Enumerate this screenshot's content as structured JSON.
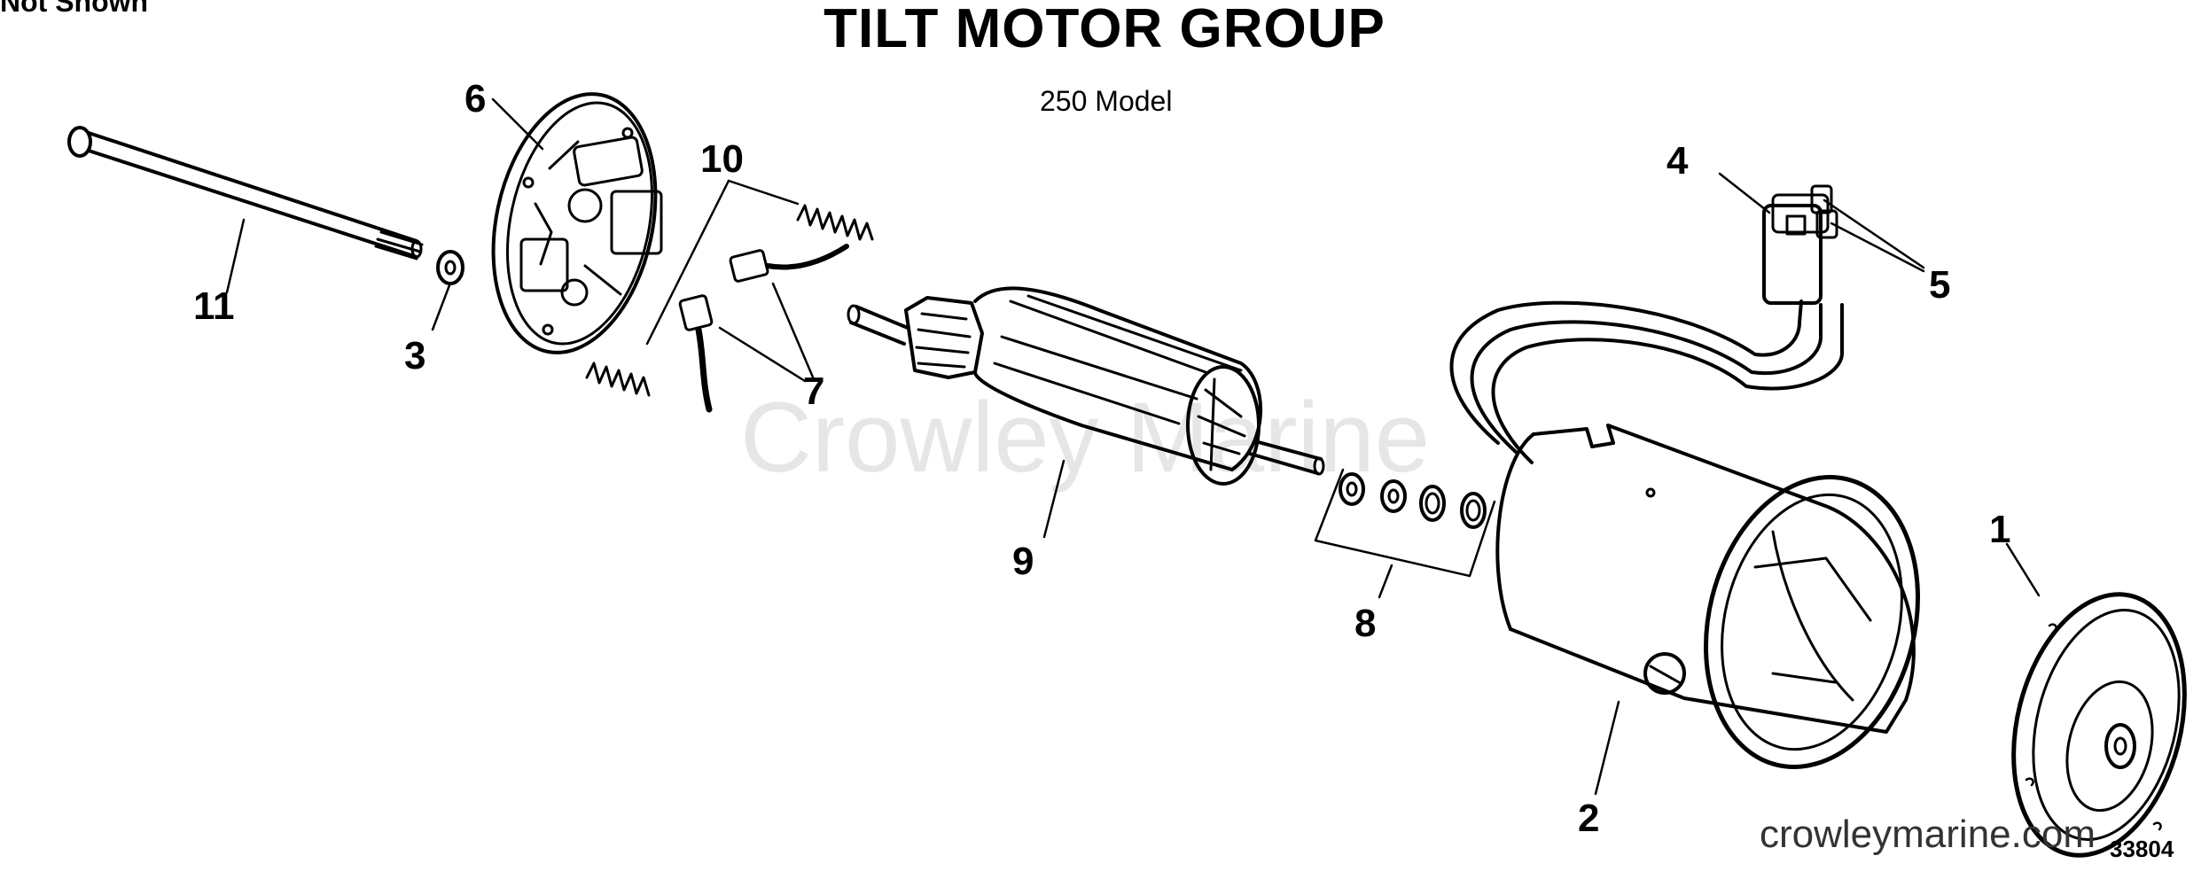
{
  "header": {
    "corner_note": "Not Shown",
    "title": "TILT MOTOR GROUP",
    "subtitle": "250 Model"
  },
  "callouts": [
    {
      "id": "1",
      "label": "1"
    },
    {
      "id": "2",
      "label": "2"
    },
    {
      "id": "3",
      "label": "3"
    },
    {
      "id": "4",
      "label": "4"
    },
    {
      "id": "5",
      "label": "5"
    },
    {
      "id": "6",
      "label": "6"
    },
    {
      "id": "7",
      "label": "7"
    },
    {
      "id": "8",
      "label": "8"
    },
    {
      "id": "9",
      "label": "9"
    },
    {
      "id": "10",
      "label": "10"
    },
    {
      "id": "11",
      "label": "11"
    }
  ],
  "footer": {
    "watermark": "Crowley Marine",
    "website": "crowleymarine.com",
    "figure_number": "33804"
  },
  "style": {
    "ink": "#000000",
    "watermark_color": "#e6e6e6"
  }
}
